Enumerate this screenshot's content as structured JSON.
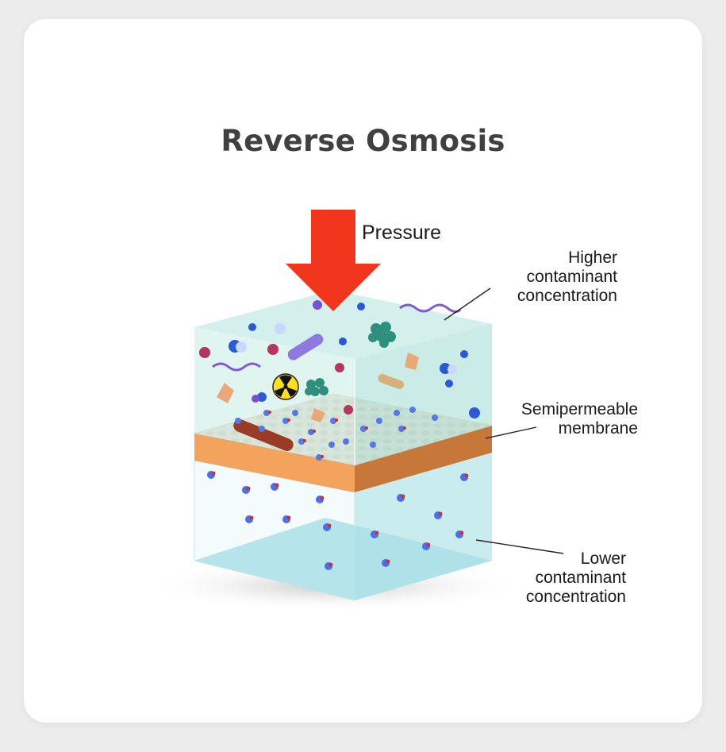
{
  "title": "Reverse Osmosis",
  "labels": {
    "pressure": "Pressure",
    "higher": [
      "Higher",
      "contaminant",
      "concentration"
    ],
    "semipermeable": [
      "Semipermeable",
      "membrane"
    ],
    "lower": [
      "Lower",
      "contaminant",
      "concentration"
    ]
  },
  "colors": {
    "arrow": "#f2351d",
    "membrane_top": "#dcc5a0",
    "membrane_front": "#f0a05a",
    "membrane_side": "#c8783c",
    "water_upper": "#d6efec",
    "water_lower": "#dff3f6",
    "title": "#404040"
  }
}
